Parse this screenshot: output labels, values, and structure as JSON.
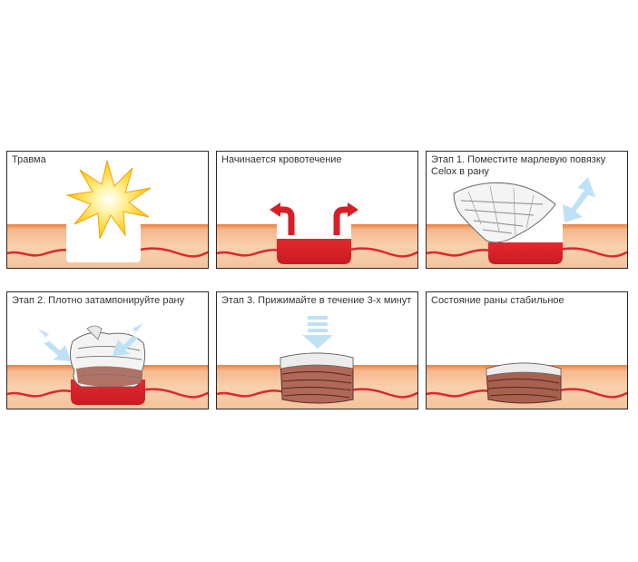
{
  "panels": [
    {
      "caption": "Травма"
    },
    {
      "caption": "Начинается кровотечение"
    },
    {
      "caption": "Этап 1. Поместите марлевую повязку Celox в рану"
    },
    {
      "caption": "Этап 2. Плотно затампонируйте рану"
    },
    {
      "caption": "Этап 3. Прижимайте в течение 3-х минут"
    },
    {
      "caption": "Состояние раны стабильное"
    }
  ],
  "colors": {
    "skin": "#f3cba5",
    "skin_top": "#e87a3c",
    "blood": "#d8232a",
    "arrow_red": "#d81f26",
    "arrow_blue": "#bfe1f6",
    "flash": "#ffd21f"
  }
}
